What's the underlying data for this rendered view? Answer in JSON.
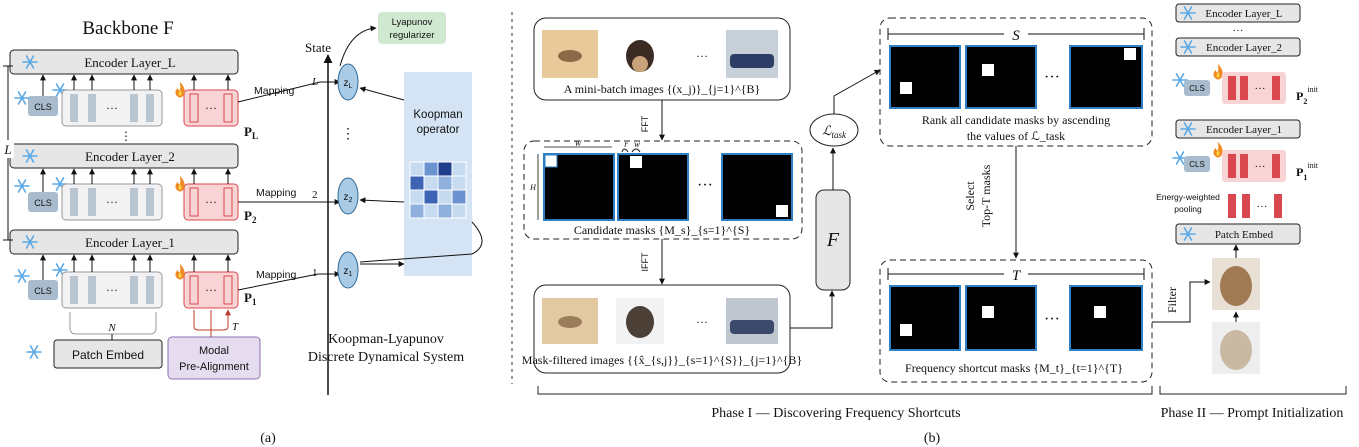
{
  "colors": {
    "encoder_fill": "#e6e6e6",
    "prompt_fill": "#f8d4d4",
    "prompt_token": "#d9474f",
    "token_gray": "#b9c6d2",
    "cls_fill": "#a9bccd",
    "koopman_fill": "#d4e4f4",
    "state_fill": "#a9cbe6",
    "regularizer_fill": "#cfe8cf",
    "modal_fill": "#e6dcf0",
    "frozen_icon": "#5aa9e6",
    "tunable_icon": "#f08a24",
    "mask_black": "#000000",
    "mask_border": "#2f7fc4"
  },
  "icons": [
    "snowflake-icon",
    "fire-icon"
  ],
  "panel_a": {
    "title": "Backbone F",
    "caption": "(a)",
    "layer_depth": "L",
    "encoders": {
      "top": "Encoder Layer_L",
      "mid": "Encoder Layer_2",
      "bottom": "Encoder Layer_1"
    },
    "cls": "CLS",
    "ellipsis": "···",
    "vdots": "⋮",
    "prompts": {
      "L": "P_L",
      "two": "P_2",
      "one": "P_1"
    },
    "repeat_n": "N",
    "repeat_t": "T",
    "patch_embed": "Patch Embed",
    "modal_line1": "Modal",
    "modal_line2": "Pre-Alignment",
    "mapping": "Mapping",
    "state_label": "State",
    "state_ticks": {
      "L": "L",
      "two": "2",
      "one": "1"
    },
    "states": {
      "L": "z_L",
      "two": "z_2",
      "one": "z_1"
    },
    "regularizer_line1": "Lyapunov",
    "regularizer_line2": "regularizer",
    "koopman_line1": "Koopman",
    "koopman_line2": "operator",
    "system_line1": "Koopman-Lyapunov",
    "system_line2": "Discrete Dynamical System"
  },
  "panel_b": {
    "caption": "(b)",
    "minibatch": "A mini-batch images {(x_j)}_{j=1}^{B}",
    "fft": "FFT",
    "ifft": "IFFT",
    "candidate": "Candidate masks {M_s}_{s=1}^{S}",
    "dim_w": "W",
    "dim_h": "H",
    "dim_r": "r",
    "dim_w2": "w",
    "filtered": "Mask-filtered images {{x̂_{s,j}}_{s=1}^{S}}_{j=1}^{B}",
    "backbone": "F",
    "loss": "ℒ_task",
    "s_label": "S",
    "rank_line1": "Rank all candidate masks by ascending",
    "rank_line2": "the values of ℒ_task",
    "select_line1": "Select",
    "select_line2": "Top-T masks",
    "t_label": "T",
    "shortcut": "Frequency shortcut masks {M_t}_{t=1}^{T}",
    "filter": "Filter",
    "phase1": "Phase I — Discovering Frequency Shortcuts",
    "phase2": "Phase II — Prompt Initialization",
    "enc_L": "Encoder Layer_L",
    "enc_2": "Encoder Layer_2",
    "enc_1": "Encoder Layer_1",
    "patch_embed": "Patch Embed",
    "p2_init": "P_2^init",
    "p1_init": "P_1^init",
    "pooling_line1": "Energy-weighted",
    "pooling_line2": "pooling",
    "cls": "CLS",
    "ellipsis": "···"
  }
}
